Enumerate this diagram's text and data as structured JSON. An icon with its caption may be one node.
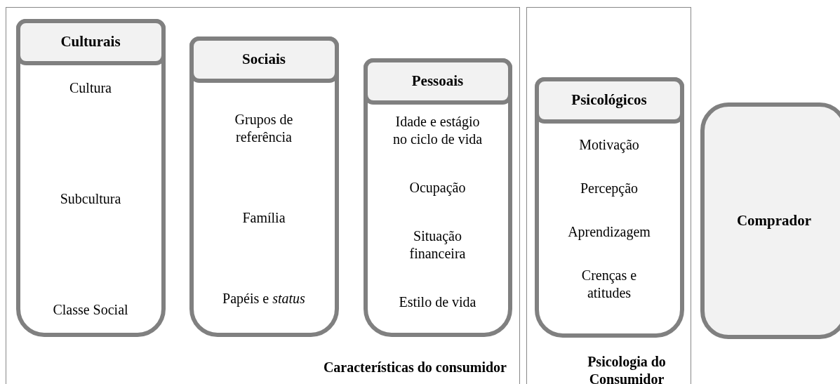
{
  "diagram": {
    "nodes": [
      {
        "text": [
          "Características do consumidor"
        ]
      },
      {
        "text": [
          "Culturais",
          "Cultura",
          "Subcultura",
          "Classe Social"
        ],
        "in": 0
      },
      {
        "text": [
          "Sociais",
          "Grupos de referência",
          "Família",
          "Papéis e *status*"
        ],
        "in": 0
      },
      {
        "text": [
          "Pessoais",
          "Idade e estágio no ciclo de vida",
          "Ocupação",
          "Situação financeira",
          "Estilo de vida"
        ],
        "in": 0
      },
      {
        "text": [
          "Psicologia do Consumidor"
        ]
      },
      {
        "text": [
          "Psicológicos",
          "Motivação",
          "Percepção",
          "Aprendizagem",
          "Crenças e atitudes"
        ],
        "in": 4
      },
      {
        "text": [
          "Comprador"
        ]
      }
    ]
  }
}
